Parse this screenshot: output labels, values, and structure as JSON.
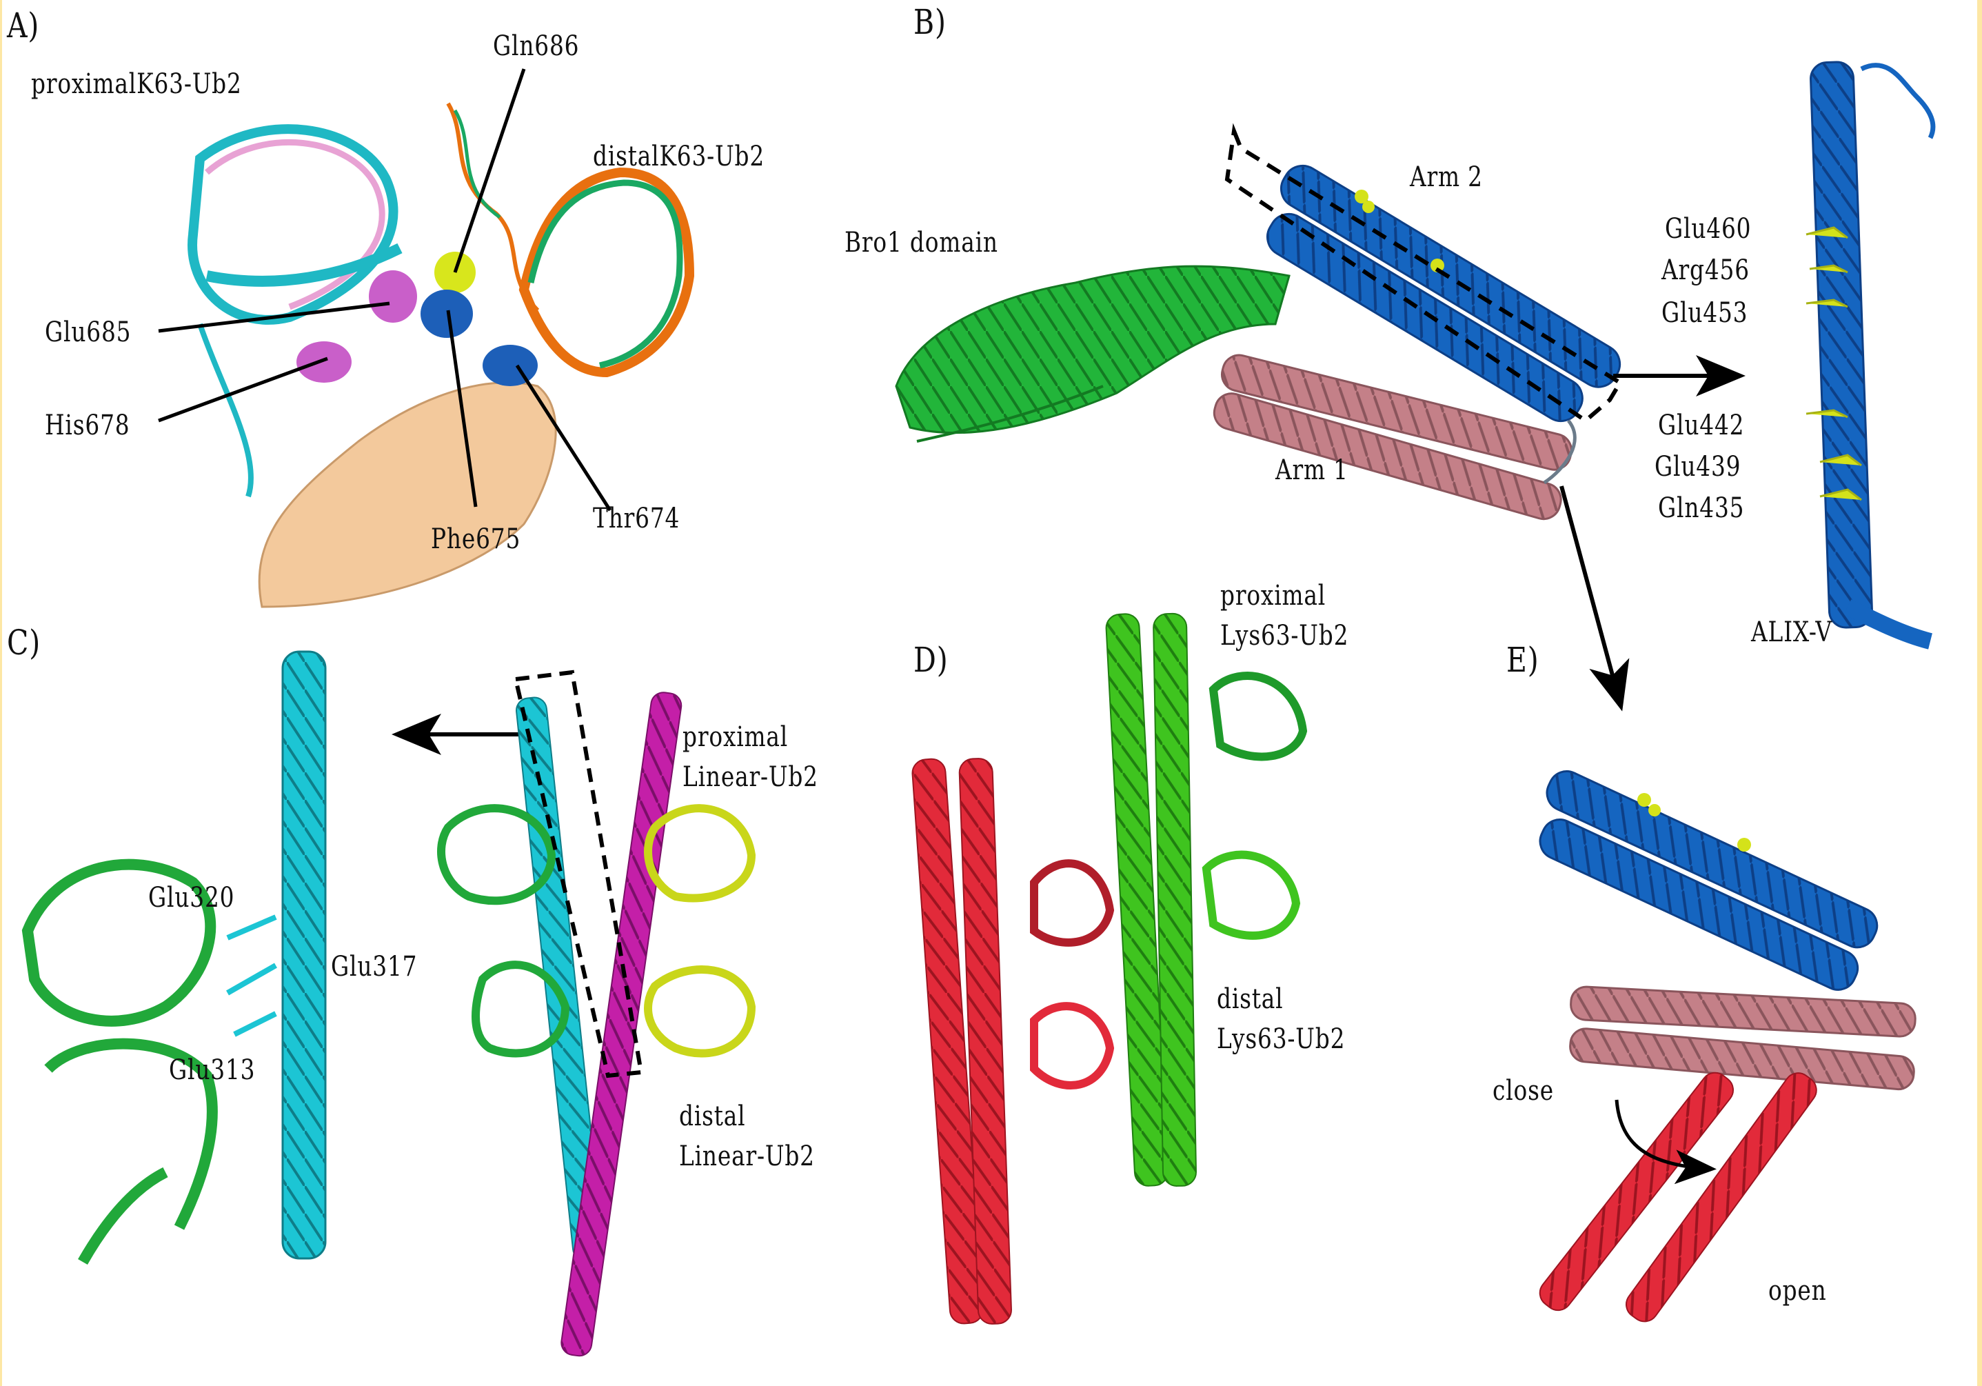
{
  "figure": {
    "frame_color": "#fde7a4",
    "panels": {
      "A": {
        "letter": "A)",
        "title_left": "proximalK63-Ub2",
        "title_right": "distalK63-Ub2",
        "residues": [
          "Gln686",
          "Glu685",
          "His678",
          "Phe675",
          "Thr674"
        ],
        "colors": {
          "cyan": "#1fb8c4",
          "pink": "#e8a2d4",
          "orange": "#e8700f",
          "green": "#1aa862",
          "surface": "#f3c99c",
          "magenta": "#c95fc9",
          "blue": "#1d5fb8",
          "yellow": "#d8e61c"
        }
      },
      "B": {
        "letter": "B)",
        "bro1_label": "Bro1 domain",
        "arm2_label": "Arm 2",
        "arm1_label": "Arm 1",
        "residues": [
          "Glu460",
          "Arg456",
          "Glu453",
          "Glu442",
          "Glu439",
          "Gln435"
        ],
        "alix_label": "ALIX-V",
        "colors": {
          "bro1": "#22b53a",
          "arm2": "#1565c0",
          "arm1": "#c48088",
          "highlight": "#d4e21a"
        }
      },
      "C": {
        "letter": "C)",
        "residues": [
          "Glu320",
          "Glu317",
          "Glu313"
        ],
        "proximal_label": "proximal\nLinear-Ub2",
        "distal_label": "distal\nLinear-Ub2",
        "colors": {
          "cyan": "#1cc5d4",
          "magenta": "#c41fa8",
          "green": "#21a83a",
          "yellow": "#c9d61a"
        }
      },
      "D": {
        "letter": "D)",
        "proximal_label": "proximal\nLys63-Ub2",
        "distal_label": "distal\nLys63-Ub2",
        "colors": {
          "red": "#e22a3a",
          "green": "#3fc41f",
          "darkgreen": "#1e9a2a",
          "darkred": "#b01e2a"
        }
      },
      "E": {
        "letter": "E)",
        "close_label": "close",
        "open_label": "open",
        "colors": {
          "blue": "#1565c0",
          "mauve": "#b77a82",
          "red": "#e0283a"
        }
      }
    }
  }
}
